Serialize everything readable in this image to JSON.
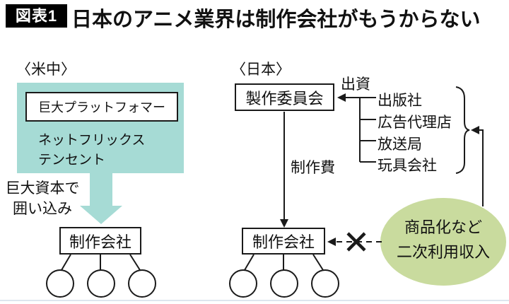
{
  "title": {
    "badge": "図表1",
    "text": "日本のアニメ業界は制作会社がもうからない"
  },
  "us_china": {
    "region_label": "〈米中〉",
    "platform_title": "巨大プラットフォマー",
    "platforms": [
      "ネットフリックス",
      "テンセント"
    ],
    "arrow_caption_line1": "巨大資本で",
    "arrow_caption_line2": "囲い込み",
    "company": "制作会社"
  },
  "japan": {
    "region_label": "〈日本〉",
    "committee": "製作委員会",
    "investment_label": "出資",
    "investors": [
      "出版社",
      "広告代理店",
      "放送局",
      "玩具会社"
    ],
    "fee_label": "制作費",
    "company": "制作会社",
    "revenue_line1": "商品化など",
    "revenue_line2": "二次利用収入"
  },
  "colors": {
    "teal": "#a6dbd5",
    "green": "#c9db9e",
    "badge_bg": "#000000"
  }
}
